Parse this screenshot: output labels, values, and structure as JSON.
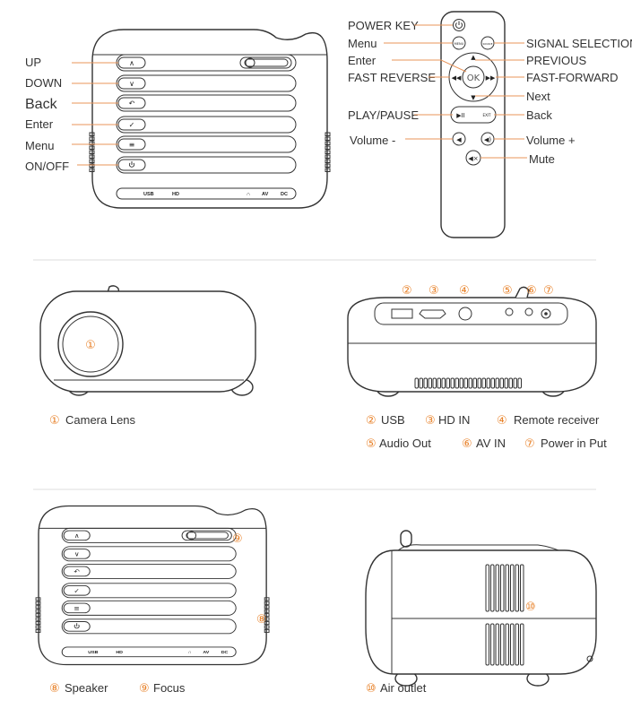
{
  "panel": {
    "labels": [
      "UP",
      "DOWN",
      "Back",
      "Enter",
      "Menu",
      "ON/OFF"
    ],
    "ports": [
      "USB",
      "HD",
      "∩",
      "AV",
      "DC"
    ]
  },
  "remote": {
    "left_labels": [
      "POWER KEY",
      "Menu",
      "Enter",
      "FAST REVERSE",
      "PLAY/PAUSE",
      "Volume -"
    ],
    "right_labels": [
      "SIGNAL SELECTION",
      "PREVIOUS",
      "FAST-FORWARD",
      "Next",
      "Back",
      "Volume +",
      "Mute"
    ],
    "ok": "OK",
    "menu_btn": "MENU",
    "source_btn": "SOURCE",
    "exit_btn": "EXIT"
  },
  "front": {
    "num": "①",
    "label": "Camera Lens"
  },
  "rear": {
    "items": [
      {
        "num": "②",
        "label": "USB"
      },
      {
        "num": "③",
        "label": "HD IN"
      },
      {
        "num": "④",
        "label": "Remote receiver"
      },
      {
        "num": "⑤",
        "label": "Audio Out"
      },
      {
        "num": "⑥",
        "label": "AV IN"
      },
      {
        "num": "⑦",
        "label": "Power in Put"
      }
    ]
  },
  "top_view": {
    "items": [
      {
        "num": "⑧",
        "label": "Speaker"
      },
      {
        "num": "⑨",
        "label": "Focus"
      }
    ]
  },
  "side": {
    "num": "⑩",
    "label": "Air outlet"
  },
  "colors": {
    "accent": "#e8822a",
    "line": "#e8945a",
    "stroke": "#333333"
  }
}
